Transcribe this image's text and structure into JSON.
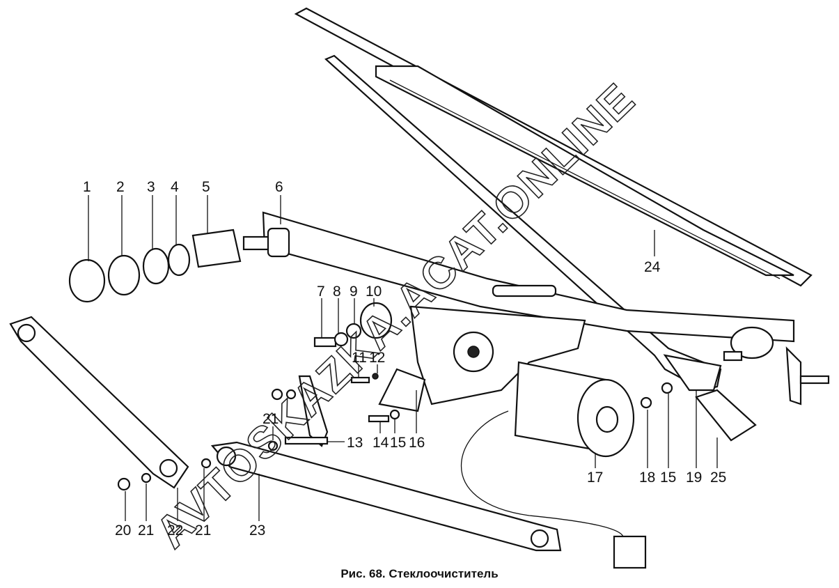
{
  "caption": "Рис. 68. Стеклоочиститель",
  "watermark": "AVTOSKAZKA.ACAT.ONLINE",
  "labels": [
    "1",
    "2",
    "3",
    "4",
    "5",
    "6",
    "7",
    "8",
    "9",
    "10",
    "11",
    "12",
    "13",
    "14",
    "15",
    "16",
    "17",
    "18",
    "15",
    "19",
    "25",
    "20",
    "21",
    "22",
    "21",
    "23",
    "21",
    "24"
  ]
}
